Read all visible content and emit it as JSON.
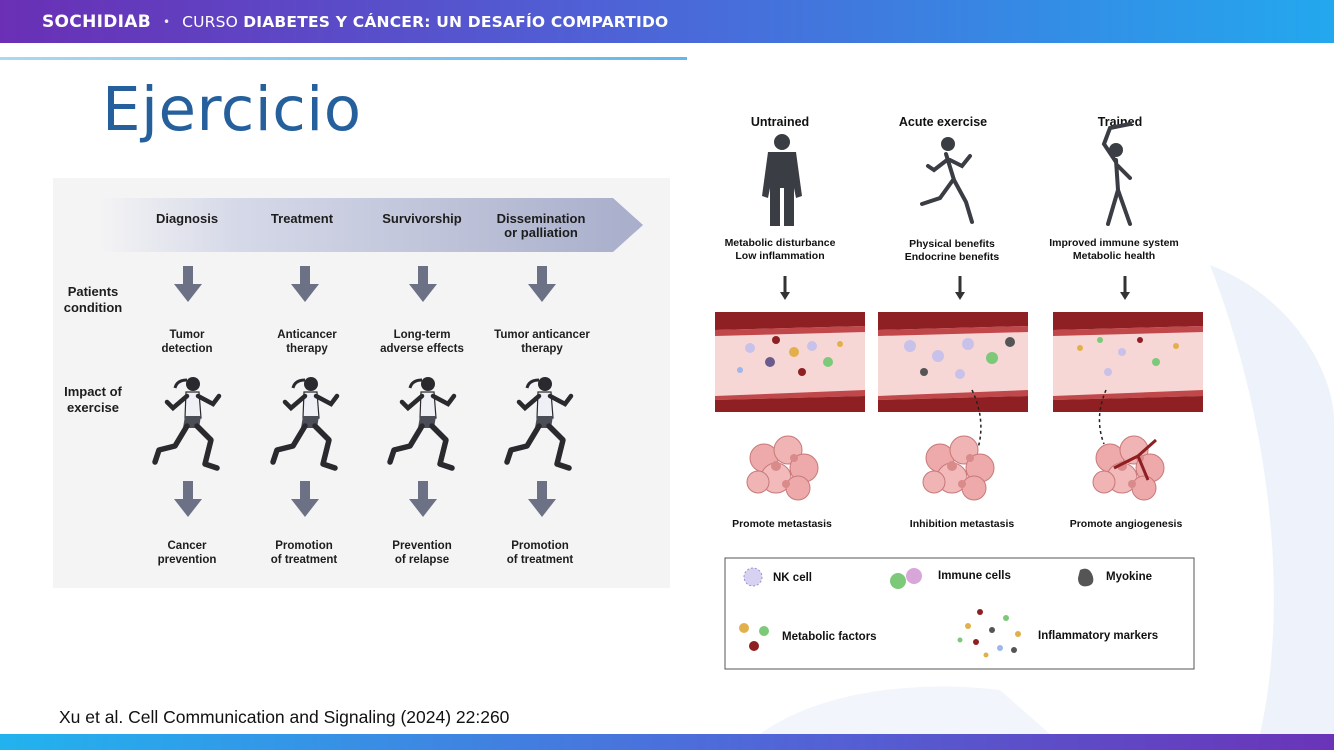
{
  "header": {
    "brand": "SOCHIDIAB",
    "separator": "•",
    "course_prefix": "CURSO",
    "course_title": "DIABETES Y CÁNCER: UN DESAFÍO COMPARTIDO"
  },
  "slide": {
    "title": "Ejercicio",
    "citation": "Xu et al. Cell Communication and Signaling (2024) 22:260"
  },
  "left_figure": {
    "stages": [
      {
        "line1": "Diagnosis",
        "line2": ""
      },
      {
        "line1": "Treatment",
        "line2": ""
      },
      {
        "line1": "Survivorship",
        "line2": ""
      },
      {
        "line1": "Dissemination",
        "line2": "or palliation"
      }
    ],
    "row_labels": {
      "patients_line1": "Patients",
      "patients_line2": "condition",
      "impact_line1": "Impact of",
      "impact_line2": "exercise"
    },
    "conditions": [
      {
        "line1": "Tumor",
        "line2": "detection"
      },
      {
        "line1": "Anticancer",
        "line2": "therapy"
      },
      {
        "line1": "Long-term",
        "line2": "adverse effects"
      },
      {
        "line1": "Tumor anticancer",
        "line2": "therapy"
      }
    ],
    "outcomes": [
      {
        "line1": "Cancer",
        "line2": "prevention"
      },
      {
        "line1": "Promotion",
        "line2": "of treatment"
      },
      {
        "line1": "Prevention",
        "line2": "of relapse"
      },
      {
        "line1": "Promotion",
        "line2": "of treatment"
      }
    ]
  },
  "right_figure": {
    "columns": [
      {
        "title": "Untrained",
        "desc1": "Metabolic disturbance",
        "desc2": "Low inflammation",
        "result": "Promote metastasis"
      },
      {
        "title": "Acute exercise",
        "desc1": "Physical  benefits",
        "desc2": "Endocrine benefits",
        "result": "Inhibition metastasis"
      },
      {
        "title": "Trained",
        "desc1": "Improved immune system",
        "desc2": "Metabolic health",
        "result": "Promote angiogenesis"
      }
    ],
    "legend": {
      "nk_cell": "NK cell",
      "immune_cells": "Immune cells",
      "myokine": "Myokine",
      "metabolic_factors": "Metabolic factors",
      "inflammatory_markers": "Inflammatory  markers"
    }
  },
  "colors": {
    "title": "#25609d",
    "header_start": "#6a2fb5",
    "header_end": "#23a8ee",
    "vessel_wall": "#8e1f22",
    "vessel_lumen": "#f7d6d6",
    "arrow_gray": "#6d7186"
  }
}
